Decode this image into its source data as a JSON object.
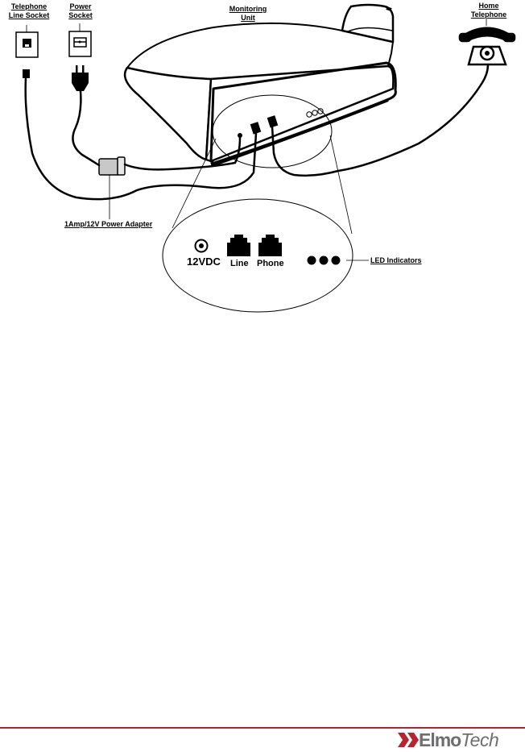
{
  "labels": {
    "telephone_line_socket_1": "Telephone",
    "telephone_line_socket_2": "Line Socket",
    "power_socket_1": "Power",
    "power_socket_2": "Socket",
    "monitoring_unit_1": "Monitoring",
    "monitoring_unit_2": "Unit",
    "home_telephone_1": "Home",
    "home_telephone_2": "Telephone",
    "power_adapter": "1Amp/12V Power Adapter",
    "led_indicators": "LED Indicators"
  },
  "ports": {
    "dc": "12VDC",
    "line": "Line",
    "phone": "Phone"
  },
  "brand": {
    "part1": "Elmo",
    "part2": "Tech",
    "color": "#b8232f"
  }
}
